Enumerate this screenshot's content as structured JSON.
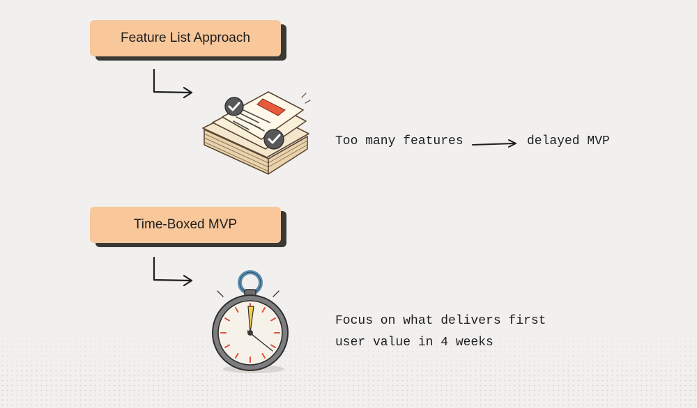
{
  "sections": [
    {
      "label": "Feature List Approach",
      "illustration_icon": "document-stack-icon",
      "description": "Too many features",
      "result": "delayed MVP"
    },
    {
      "label": "Time-Boxed MVP",
      "illustration_icon": "stopwatch-icon",
      "description_lines": [
        "Focus on what delivers first",
        "user value in 4 weeks"
      ]
    }
  ],
  "colors": {
    "label_fill": "#f8c79a",
    "label_shadow": "#3a3835",
    "background": "#f1f0ef",
    "accent_red": "#e85a3c",
    "accent_yellow": "#f3d24a",
    "checkmark_badge": "#58585a"
  }
}
